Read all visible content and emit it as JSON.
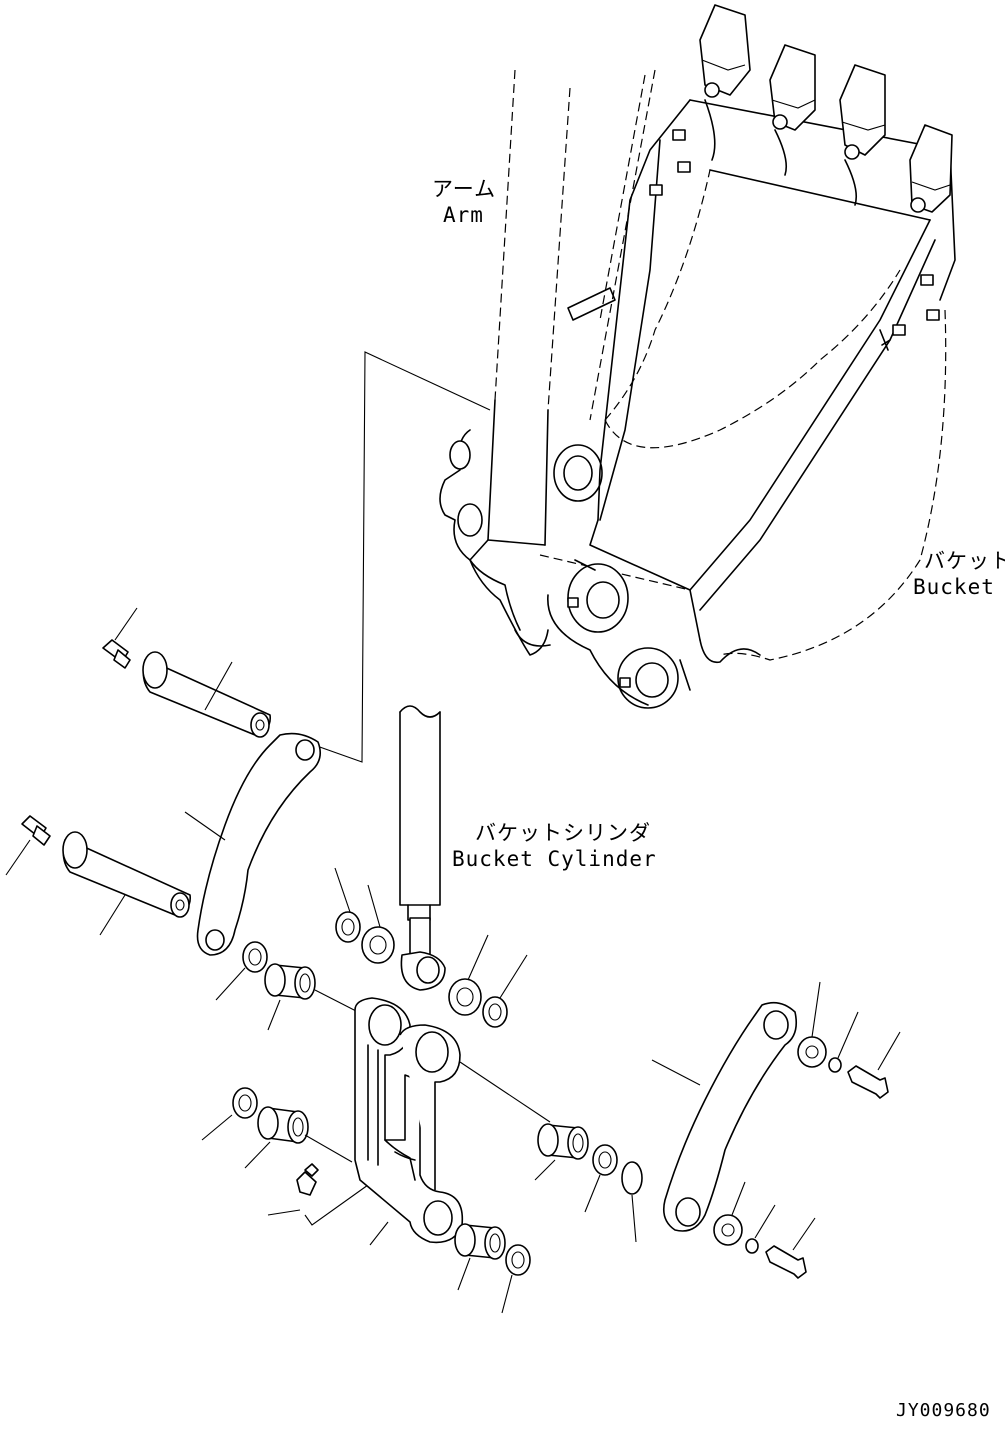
{
  "labels": {
    "arm_ja": "アーム",
    "arm_en": "Arm",
    "bucket_ja": "バケット",
    "bucket_en": "Bucket",
    "cylinder_ja": "バケットシリンダ",
    "cylinder_en": "Bucket Cylinder",
    "drawing_number": "JY009680"
  }
}
